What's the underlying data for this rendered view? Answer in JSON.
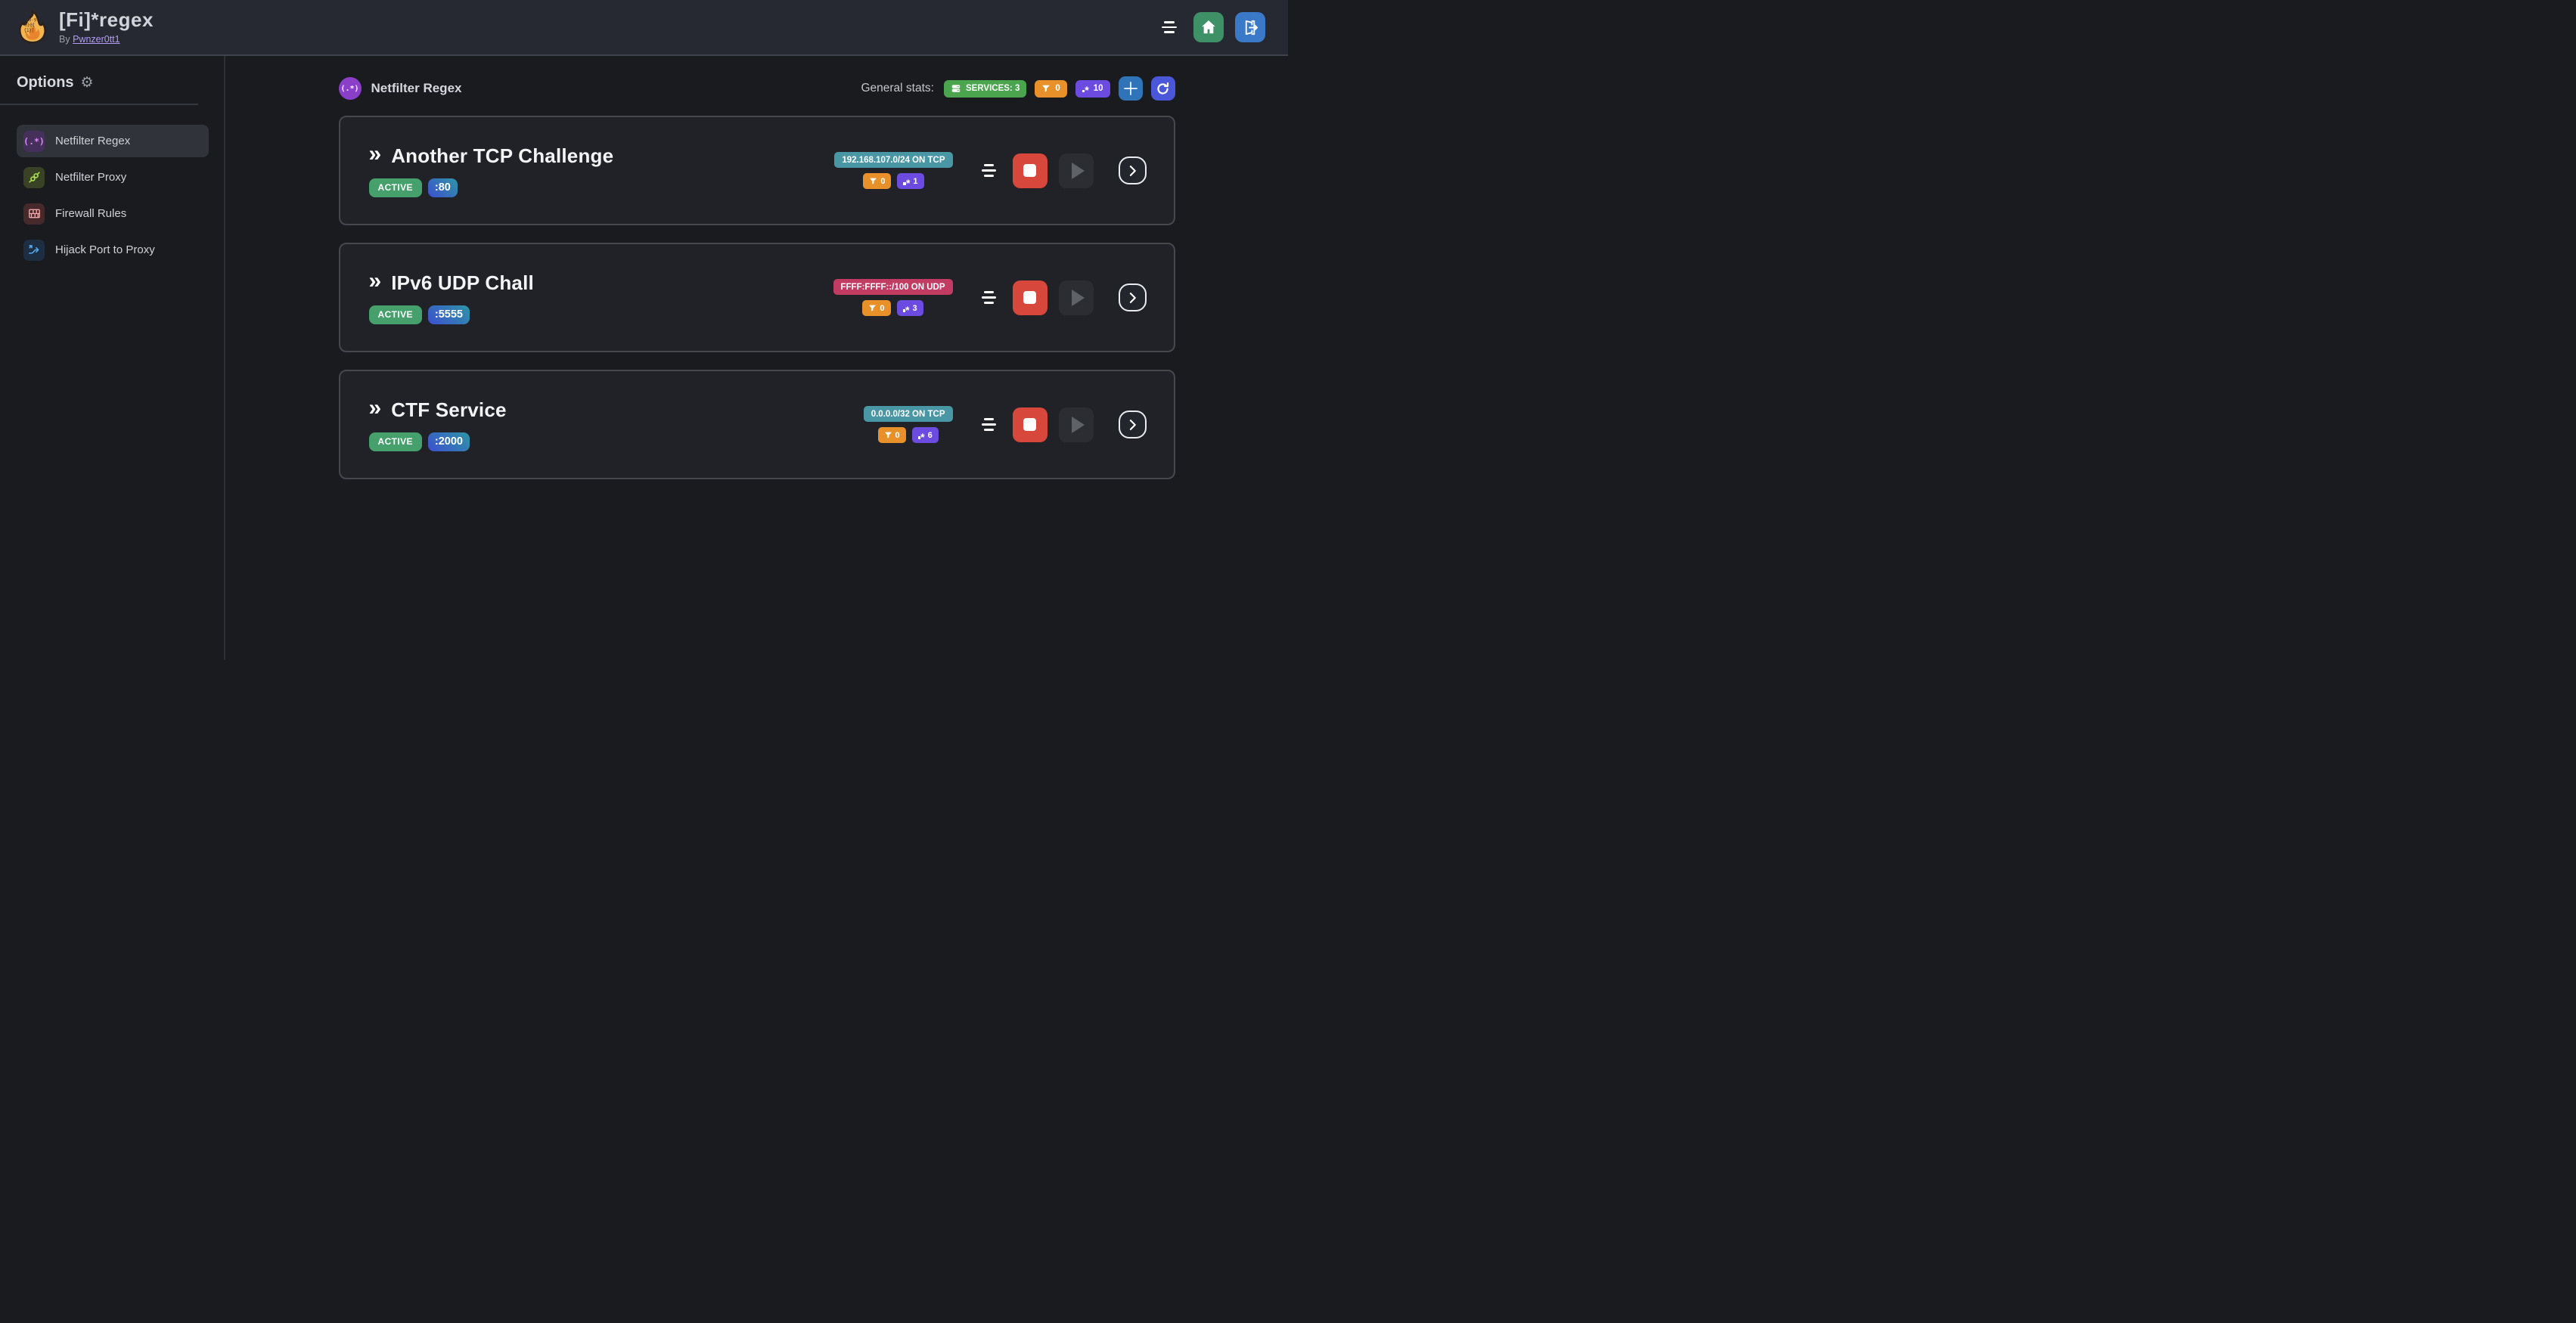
{
  "topbar": {
    "title": "[Fi]*regex",
    "by_label": "By",
    "author": "Pwnzer0tt1"
  },
  "sidebar": {
    "heading": "Options",
    "gear_glyph": "⚙",
    "items": [
      {
        "label": "Netfilter Regex",
        "icon_glyph": "(.*)",
        "selected": true
      },
      {
        "label": "Netfilter Proxy"
      },
      {
        "label": "Firewall Rules"
      },
      {
        "label": "Hijack Port to Proxy"
      }
    ]
  },
  "main": {
    "icon_glyph": "(.*)",
    "page_title": "Netfilter Regex",
    "stats_label": "General stats:",
    "stats": {
      "services": "SERVICES: 3",
      "filtered": "0",
      "regexes": "10"
    },
    "services": [
      {
        "title": "Another TCP Challenge",
        "status": "ACTIVE",
        "port": ":80",
        "cidr": "192.168.107.0/24 ON TCP",
        "cidr_style": "teal",
        "filtered": "0",
        "regexes": "1"
      },
      {
        "title": "IPv6 UDP Chall",
        "status": "ACTIVE",
        "port": ":5555",
        "cidr": "FFFF:FFFF::/100 ON UDP",
        "cidr_style": "pink",
        "filtered": "0",
        "regexes": "3"
      },
      {
        "title": "CTF Service",
        "status": "ACTIVE",
        "port": ":2000",
        "cidr": "0.0.0.0/32 ON TCP",
        "cidr_style": "teal",
        "filtered": "0",
        "regexes": "6"
      }
    ]
  },
  "colors": {
    "topbar_bg": "#262932",
    "page_bg": "#1a1b1f",
    "card_bg": "#212227",
    "card_border": "#46484d",
    "active_green": "#45a06c",
    "services_green": "#4aa54e",
    "filter_orange": "#e8912b",
    "regex_purple": "#6c4be0",
    "teal_badge": "#4997a5",
    "pink_badge": "#c23b63",
    "stop_red": "#d8473c",
    "home_green": "#3e9166",
    "logout_blue": "#3a78c8",
    "plus_blue": "#2f74b8",
    "refresh_indigo": "#4a57d8",
    "grape_icon": "#8a3fc9",
    "link_violet": "#b29bf7",
    "port_gradient_from": "#3d50cf",
    "port_gradient_to": "#2e95a6"
  }
}
